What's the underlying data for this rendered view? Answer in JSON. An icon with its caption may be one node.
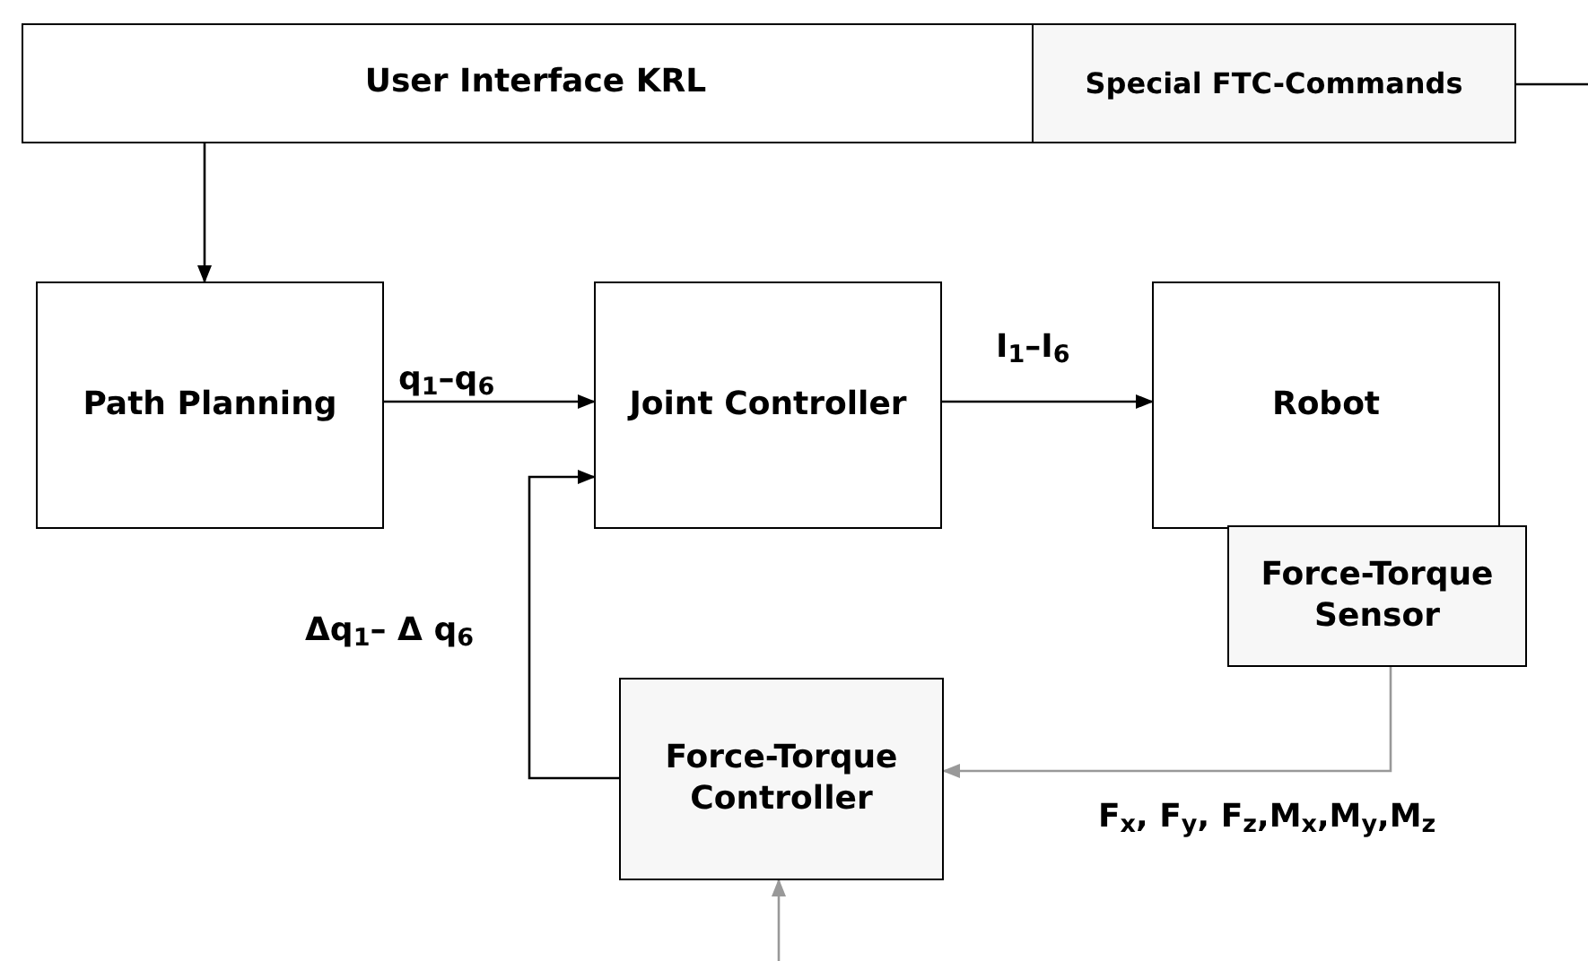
{
  "diagram": {
    "nodes": [
      {
        "text": [
          "User Interface KRL"
        ]
      },
      {
        "text": [
          "Special FTC-Commands"
        ],
        "in": 0
      },
      {
        "text": [
          "Path Planning"
        ]
      },
      {
        "text": [
          "Joint Controller"
        ]
      },
      {
        "text": [
          "Robot"
        ]
      },
      {
        "text": [
          "Force-Torque Sensor"
        ]
      },
      {
        "text": [
          "Force-Torque Controller"
        ]
      }
    ],
    "edges": [
      {
        "from": 1,
        "to": null,
        "arrow": "none"
      },
      {
        "from": 0,
        "to": 2,
        "arrow": "to"
      },
      {
        "from": 2,
        "to": 3,
        "arrow": "to",
        "label": "q$_{1}$–q$_{6}$"
      },
      {
        "from": 3,
        "to": 4,
        "arrow": "to",
        "label": "I$_{1}$–I$_{6}$"
      },
      {
        "from": 6,
        "to": 3,
        "arrow": "to",
        "label": "Δq$_{1}$– Δ q$_{6}$"
      },
      {
        "from": 5,
        "to": 6,
        "arrow": "to",
        "label": "F$_{x}$, F$_{y}$, F$_{z}$,M$_{x}$,M$_{y}$,M$_{z}$",
        "color": "#999999"
      },
      {
        "from": null,
        "to": 6,
        "arrow": "to",
        "color": "#999999"
      }
    ]
  }
}
